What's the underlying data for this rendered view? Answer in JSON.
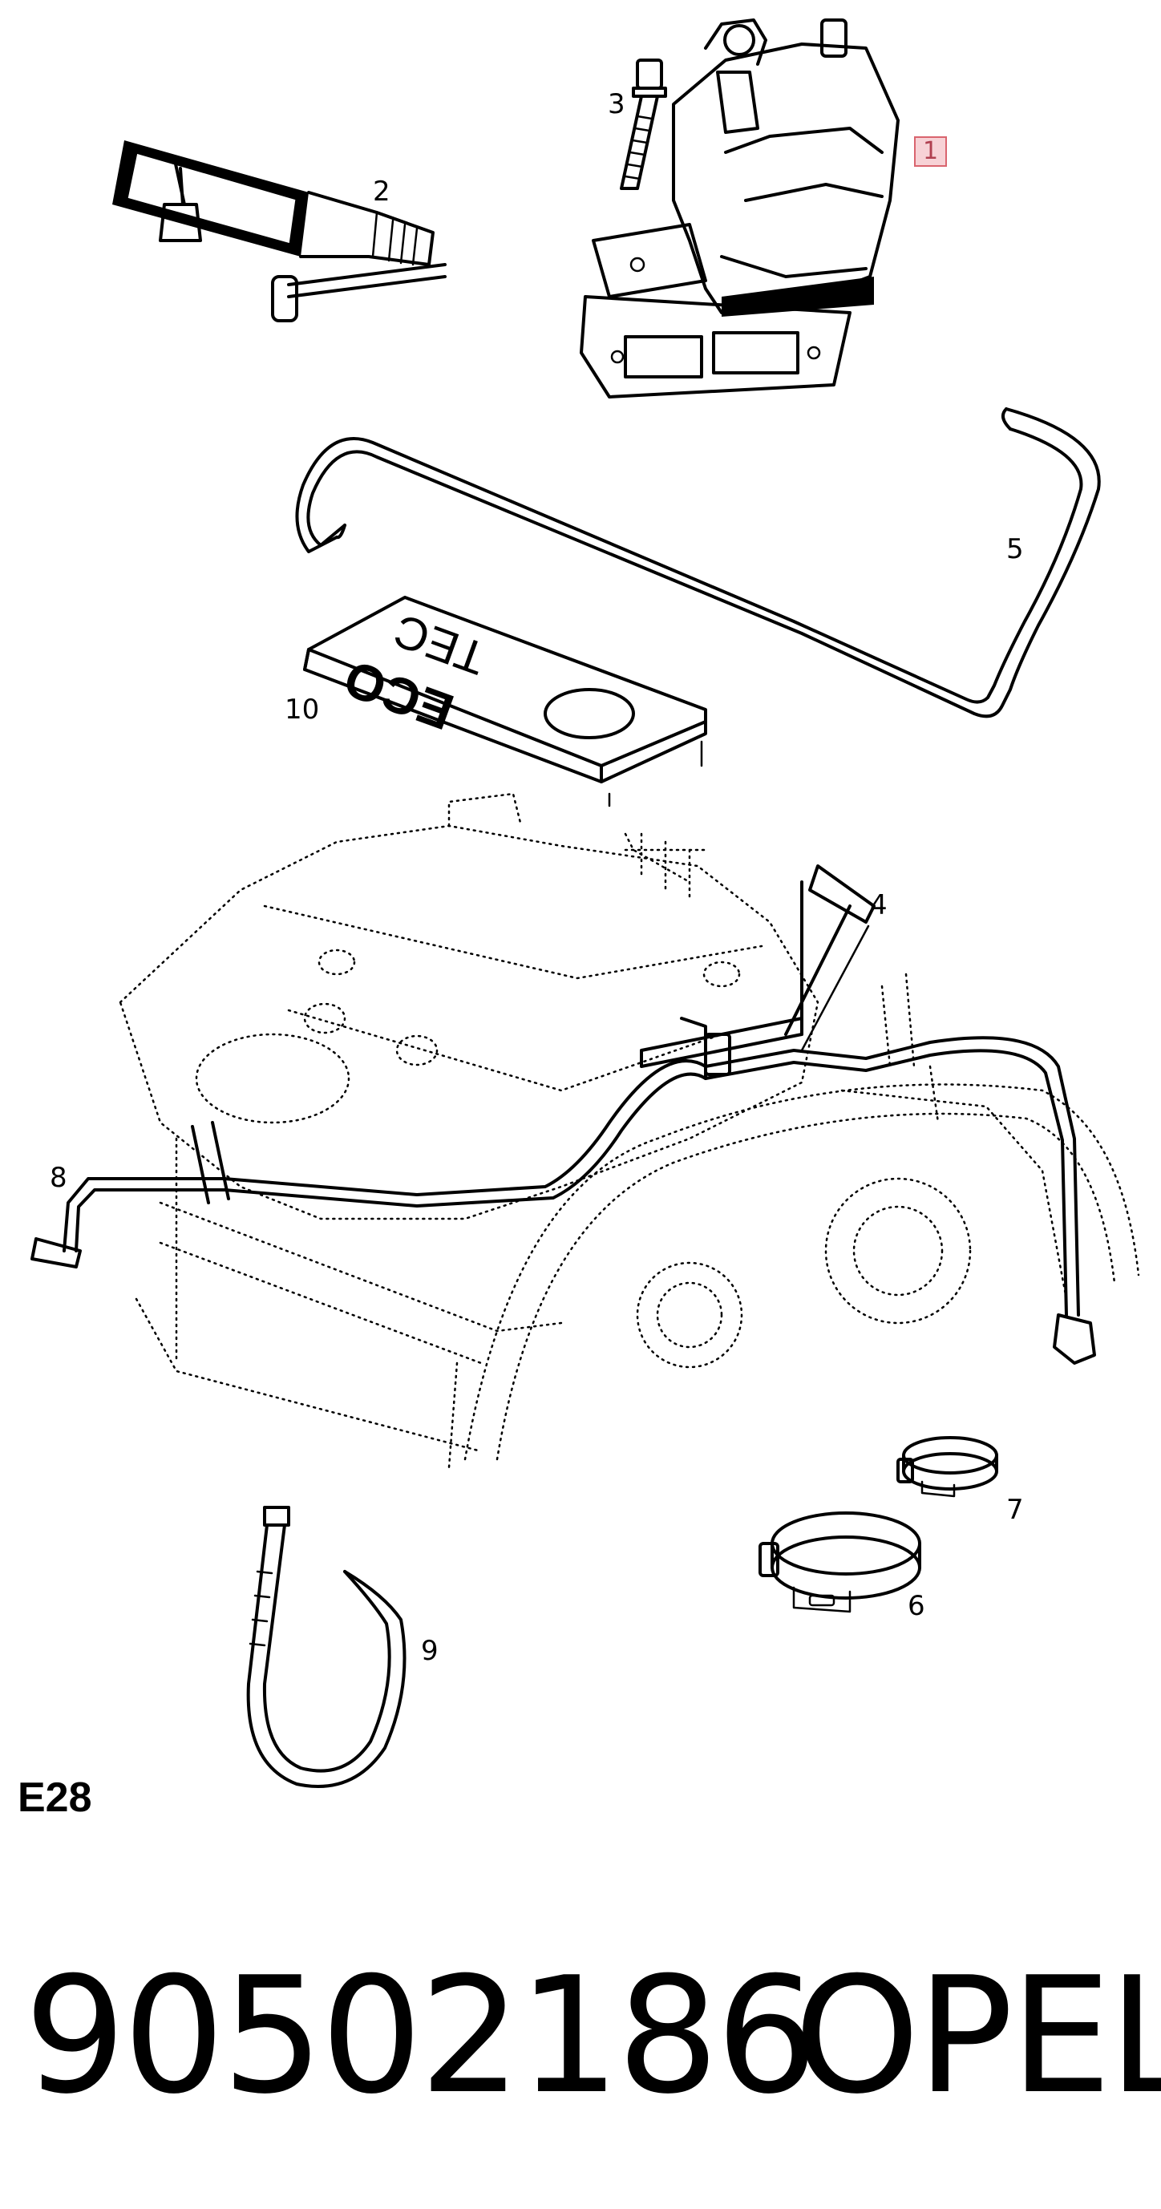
{
  "callouts": {
    "c1": "1",
    "c2": "2",
    "c3": "3",
    "c4": "4",
    "c5": "5",
    "c6": "6",
    "c7": "7",
    "c8": "8",
    "c9": "9",
    "c10": "10"
  },
  "cover": {
    "line1": "ECO",
    "line2": "TEC"
  },
  "diagram_code": "E28",
  "part_number": "90502186",
  "brand": "OPEL",
  "colors": {
    "highlight_fill": "#f7d2d6",
    "highlight_border": "#d9646e",
    "ink": "#000000"
  }
}
